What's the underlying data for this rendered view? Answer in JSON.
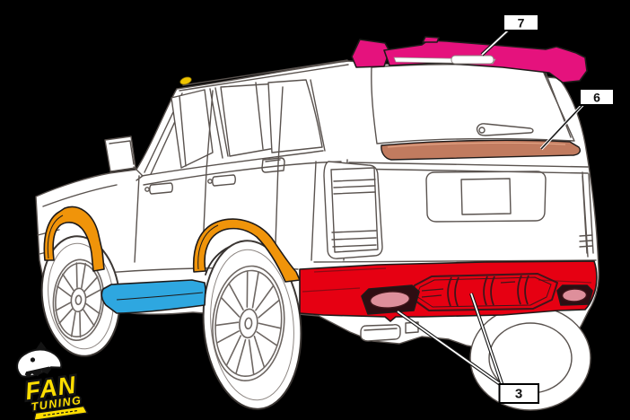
{
  "scene": {
    "background_color": "#000000",
    "description": "Rear three-quarter technical line illustration of an SUV with aftermarket body kit parts highlighted in color"
  },
  "palette": {
    "spoiler_pink": "#E5127D",
    "window_trim_brown": "#C17B5F",
    "bumper_red": "#E60012",
    "fender_flare_orange": "#F0940A",
    "side_skirt_blue": "#2EA7E0",
    "exhaust_tip_pink": "#DE8F9B",
    "exhaust_tip_dark": "#2E0D12",
    "roof_accent_yellow": "#EFC400",
    "logo_yellow": "#FFDE00",
    "body_white": "#FFFFFF",
    "line_gray": "#57514E",
    "part_outline": "#1E1A19"
  },
  "callouts": [
    {
      "label": "7",
      "part": "roof-spoiler"
    },
    {
      "label": "6",
      "part": "rear-window-lower-trim"
    },
    {
      "label": "3",
      "part": "rear-bumper-diffuser-exhaust-tips"
    }
  ],
  "highlighted_parts": [
    {
      "callout": "7",
      "name": "roof spoiler",
      "color_key": "spoiler_pink"
    },
    {
      "callout": "6",
      "name": "rear window lower trim",
      "color_key": "window_trim_brown"
    },
    {
      "callout": "3",
      "name": "rear bumper diffuser with exhaust tips",
      "color_key": "bumper_red"
    },
    {
      "callout": null,
      "name": "wheel arch fender flares",
      "color_key": "fender_flare_orange"
    },
    {
      "callout": null,
      "name": "side skirt",
      "color_key": "side_skirt_blue"
    }
  ],
  "logo": {
    "line1": "FAN",
    "line2": "TUNING"
  }
}
